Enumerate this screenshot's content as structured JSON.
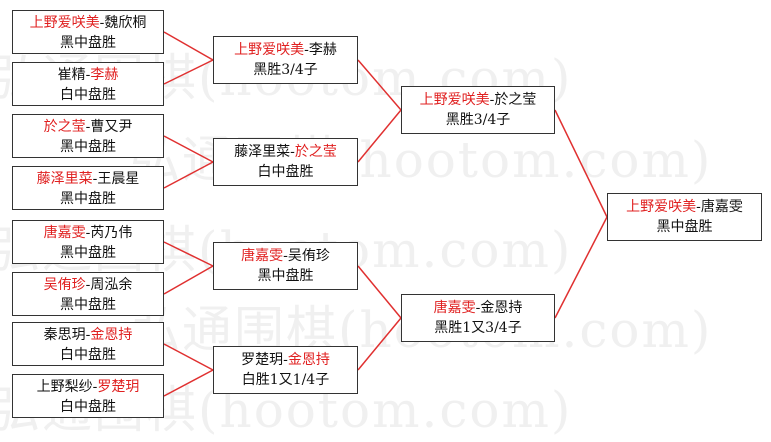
{
  "matches": [
    {
      "id": "r1m1",
      "p1": "上野爱咲美",
      "p2": "魏欣桐",
      "winner": 1,
      "result": "黑中盘胜"
    },
    {
      "id": "r1m2",
      "p1": "崔精",
      "p2": "李赫",
      "winner": 2,
      "result": "白中盘胜"
    },
    {
      "id": "r1m3",
      "p1": "於之莹",
      "p2": "曹又尹",
      "winner": 1,
      "result": "黑中盘胜"
    },
    {
      "id": "r1m4",
      "p1": "藤泽里菜",
      "p2": "王晨星",
      "winner": 1,
      "result": "黑中盘胜"
    },
    {
      "id": "r1m5",
      "p1": "唐嘉雯",
      "p2": "芮乃伟",
      "winner": 1,
      "result": "黑中盘胜"
    },
    {
      "id": "r1m6",
      "p1": "吴侑珍",
      "p2": "周泓余",
      "winner": 1,
      "result": "黑中盘胜"
    },
    {
      "id": "r1m7",
      "p1": "秦思玥",
      "p2": "金恩持",
      "winner": 2,
      "result": "白中盘胜"
    },
    {
      "id": "r1m8",
      "p1": "上野梨纱",
      "p2": "罗楚玥",
      "winner": 2,
      "result": "白中盘胜"
    },
    {
      "id": "r2m1",
      "p1": "上野爱咲美",
      "p2": "李赫",
      "winner": 1,
      "result": "黑胜3/4子"
    },
    {
      "id": "r2m2",
      "p1": "藤泽里菜",
      "p2": "於之莹",
      "winner": 2,
      "result": "白中盘胜"
    },
    {
      "id": "r2m3",
      "p1": "唐嘉雯",
      "p2": "吴侑珍",
      "winner": 1,
      "result": "黑中盘胜"
    },
    {
      "id": "r2m4",
      "p1": "罗楚玥",
      "p2": "金恩持",
      "winner": 2,
      "result": "白胜1又1/4子"
    },
    {
      "id": "r3m1",
      "p1": "上野爱咲美",
      "p2": "於之莹",
      "winner": 1,
      "result": "黑胜3/4子"
    },
    {
      "id": "r3m2",
      "p1": "唐嘉雯",
      "p2": "金恩持",
      "winner": 1,
      "result": "黑胜1又3/4子"
    },
    {
      "id": "r4m1",
      "p1": "上野爱咲美",
      "p2": "唐嘉雯",
      "winner": 1,
      "result": "黑中盘胜"
    }
  ],
  "watermark": "弘通围棋(hootom.com)",
  "colors": {
    "winner": "#e02020",
    "text": "#111111",
    "line": "#e03030",
    "border": "#333333"
  }
}
